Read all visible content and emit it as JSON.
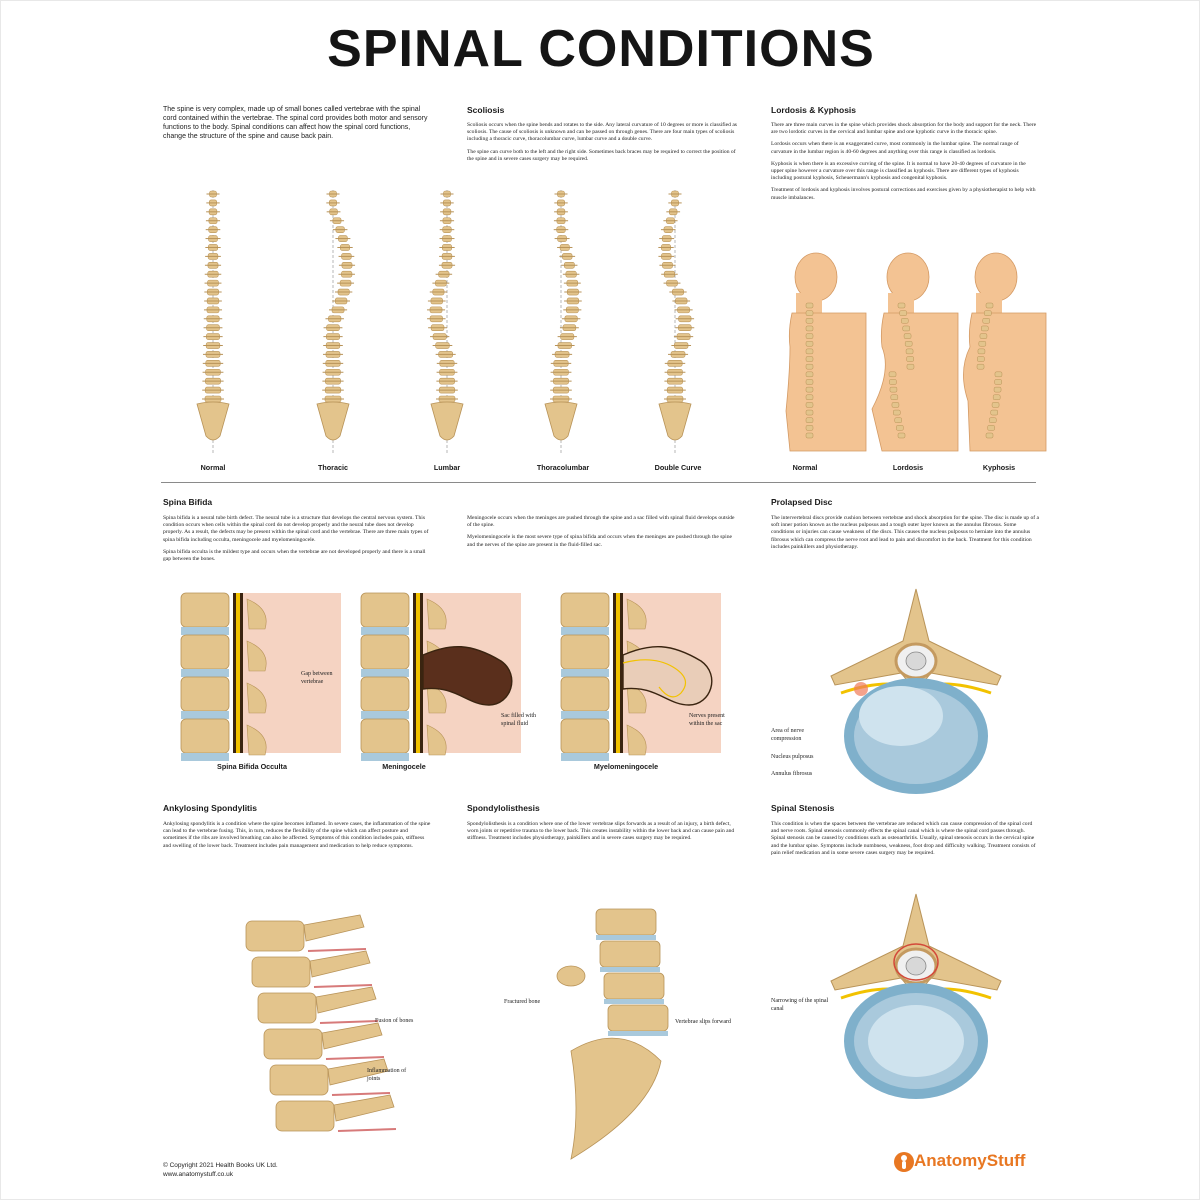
{
  "title": "SPINAL CONDITIONS",
  "intro": "The spine is very complex, made up of small bones called vertebrae with the spinal cord contained within the vertebrae. The spinal cord provides both motor and sensory functions to the body. Spinal conditions can affect how the spinal cord functions, change the structure of the spine and cause back pain.",
  "scoliosis": {
    "heading": "Scoliosis",
    "p1": "Scoliosis occurs when the spine bends and rotates to the side. Any lateral curvature of 10 degrees or more is classified as scoliosis. The cause of scoliosis is unknown and can be passed on through genes. There are four main types of scoliosis including a thoracic curve, thoracolumbar curve, lumbar curve and a double curve.",
    "p2": "The spine can curve both to the left and the right side. Sometimes back braces may be required to correct the position of the spine and in severe cases surgery may be required.",
    "captions": [
      "Normal",
      "Thoracic",
      "Lumbar",
      "Thoracolumbar",
      "Double Curve"
    ]
  },
  "lordosis": {
    "heading": "Lordosis & Kyphosis",
    "p1": "There are three main curves in the spine which provides shock absorption for the body and support for the neck. There are two lordotic curves in the cervical and lumbar spine and one kyphotic curve in the thoracic spine.",
    "p2": "Lordosis occurs when there is an exaggerated curve, most commonly in the lumbar spine. The normal range of curvature in the lumbar region is 40-60 degrees and anything over this range is classified as lordosis.",
    "p3": "Kyphosis is when there is an excessive curving of the spine. It is normal to have 20-40 degrees of curvature in the upper spine however a curvature over this range is classified as kyphosis. There are different types of kyphosis including postural kyphosis, Scheuermann's kyphosis and congenital kyphosis.",
    "p4": "Treatment of lordosis and kyphosis involves postural corrections and exercises given by a physiotherapist to help with muscle imbalances.",
    "captions": [
      "Normal",
      "Lordosis",
      "Kyphosis"
    ]
  },
  "spina_bifida": {
    "heading": "Spina Bifida",
    "p1": "Spina bifida is a neural tube birth defect. The neural tube is a structure that develops the central nervous system. This condition occurs when cells within the spinal cord do not develop properly and the neural tube does not develop properly. As a result, the defects may be present within the spinal cord and the vertebrae. There are three main types of spina bifida including occulta, meningocele and myelomeningocele.",
    "p2": "Spina bifida occulta is the mildest type and occurs when the vertebrae are not developed properly and there is a small gap between the bones.",
    "p3": "Meningocele occurs when the meninges are pushed through the spine and a sac filled with spinal fluid develops outside of the spine.",
    "p4": "Myelomeningocele is the most severe type of spina bifida and occurs when the meninges are pushed through the spine and the nerves of the spine are present in the fluid-filled sac.",
    "label_gap": "Gap between vertebrae",
    "label_sac": "Sac filled with spinal fluid",
    "label_nerves": "Nerves present within the sac",
    "captions": [
      "Spina Bifida Occulta",
      "Meningocele",
      "Myelomeningocele"
    ]
  },
  "prolapsed": {
    "heading": "Prolapsed Disc",
    "p1": "The intervertebral discs provide cushion between vertebrae and shock absorption for the spine. The disc is made up of a soft inner potion known as the nucleus pulposus and a tough outer layer known as the annulus fibrosus. Some conditions or injuries can cause weakness of the discs. This causes the nucleus pulposus to herniate into the annulus fibrosus which can compress the nerve root and lead to pain and discomfort in the back. Treatment for this condition includes painkillers and physiotherapy.",
    "label_compression": "Area of nerve compression",
    "label_nucleus": "Nucleus pulposus",
    "label_annulus": "Annulus fibrosus"
  },
  "ankylosing": {
    "heading": "Ankylosing Spondylitis",
    "p1": "Ankylosing spondylitis is a condition where the spine becomes inflamed. In severe cases, the inflammation of the spine can lead to the vertebrae fusing. This, in turn, reduces the flexibility of the spine which can affect posture and sometimes if the ribs are involved breathing can also be affected. Symptoms of this condition includes pain, stiffness and swelling of the lower back. Treatment includes pain management and medication to help reduce symptoms.",
    "label_fusion": "Fusion of bones",
    "label_inflammation": "Inflammation of joints"
  },
  "spondylolisthesis": {
    "heading": "Spondylolisthesis",
    "p1": "Spondylolisthesis is a condition where one of the lower vertebrae slips forwards as a result of an injury, a birth defect, worn joints or repetitive trauma to the lower back. This creates instability within the lower back and can cause pain and stiffness. Treatment includes physiotherapy, painkillers and in severe cases surgery may be required.",
    "label_fractured": "Fractured bone",
    "label_slips": "Vertebrae slips forward"
  },
  "stenosis": {
    "heading": "Spinal Stenosis",
    "p1": "This condition is when the spaces between the vertebrae are reduced which can cause compression of the spinal cord and nerve roots. Spinal stenosis commonly effects the spinal canal which is where the spinal cord passes through. Spinal stenosis can be caused by conditions such as osteoarthritis. Usually, spinal stenosis occurs in the cervical spine and the lumbar spine. Symptoms include numbness, weakness, foot drop and difficulty walking. Treatment consists of pain relief medication and in some severe cases surgery may be required.",
    "label_narrowing": "Narrowing of the spinal canal"
  },
  "footer": {
    "copyright": "© Copyright 2021 Health Books UK Ltd.",
    "url": "www.anatomystuff.co.uk",
    "logo": "AnatomyStuff"
  },
  "colors": {
    "bone": "#e3c48c",
    "bone_dark": "#b89358",
    "skin": "#f3c393",
    "disc": "#a9c9dc",
    "cord": "#f2c200",
    "sac": "#5a2f1c",
    "accent": "#e87722"
  }
}
